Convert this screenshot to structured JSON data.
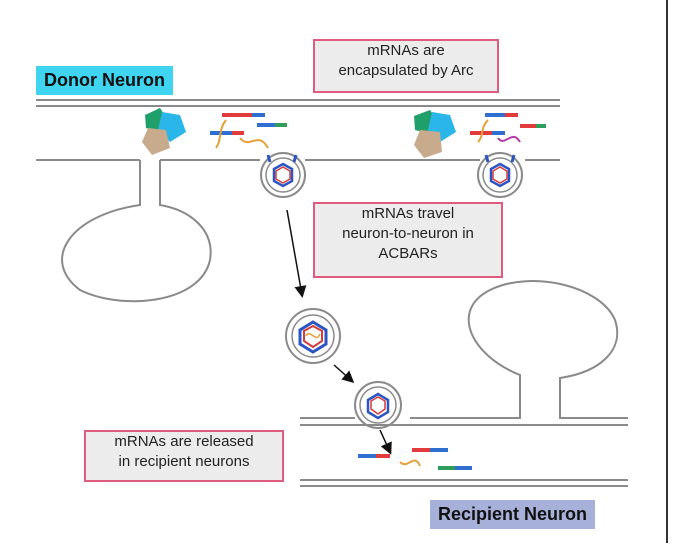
{
  "labels": {
    "donor": "Donor Neuron",
    "recipient": "Recipient Neuron"
  },
  "callouts": {
    "encapsulated": [
      "mRNAs are",
      "encapsulated by Arc"
    ],
    "travel": [
      "mRNAs travel",
      "neuron-to-neuron in",
      "ACBARs"
    ],
    "released": [
      "mRNAs are released",
      "in recipient neurons"
    ]
  },
  "colors": {
    "donor_label_bg": "#3fd4ef",
    "recipient_label_bg": "#a7b0d8",
    "callout_border": "#e05c7f",
    "callout_bg": "#ececec",
    "membrane": "#8a8a8a",
    "mrna_red": "#e33b3b",
    "mrna_blue": "#2f6fd1",
    "mrna_green": "#2f9e5c",
    "capsid_blue": "#2b55c4",
    "capsid_red": "#d23c3c",
    "protein_green": "#1fa06a",
    "protein_cyan": "#2ab6e8",
    "protein_tan": "#c8ab8c"
  }
}
